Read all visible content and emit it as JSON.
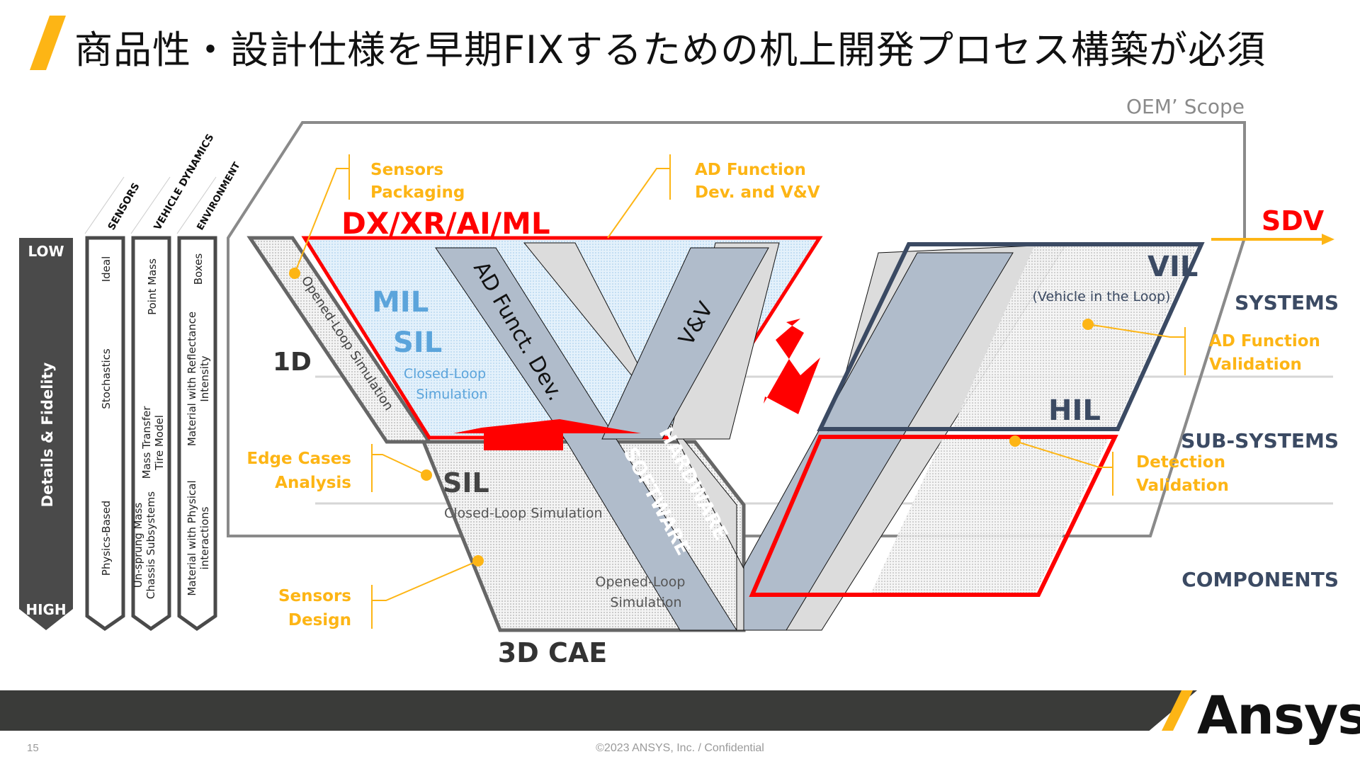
{
  "title": "商品性・設計仕様を早期FIXするための机上開発プロセス構築が必須",
  "colors": {
    "accent_yellow": "#FDB515",
    "red": "#FF0000",
    "dark_gray": "#4A4A4A",
    "navy": "#3B4A63",
    "steel_blue": "#B0BCCB",
    "light_gray": "#DCDCDC",
    "mil_blue": "#5BA4DB"
  },
  "fidelity_scale": {
    "low_label": "LOW",
    "high_label": "HIGH",
    "axis_label": "Details & Fidelity"
  },
  "columns": [
    {
      "header": "SENSORS",
      "levels": [
        "Ideal",
        "Stochastics",
        "Physics-Based"
      ]
    },
    {
      "header": "VEHICLE DYNAMICS",
      "levels": [
        "Point Mass",
        "Mass Transfer\nTire Model",
        "Un-sprung Mass\nChassis Subsystems"
      ]
    },
    {
      "header": "ENVIRONMENT",
      "levels": [
        "Boxes",
        "Material with Reflectance\nIntensity",
        "Material with Physical\ninteractions"
      ]
    }
  ],
  "oem_scope_label": "OEM’ Scope",
  "sdv_label": "SDV",
  "dx_label": "DX/XR/AI/ML",
  "levels": {
    "systems": "SYSTEMS",
    "sub_systems": "SUB-SYSTEMS",
    "components": "COMPONENTS"
  },
  "stage_labels": {
    "one_d": "1D",
    "three_d_cae": "3D CAE",
    "mil": "MIL",
    "sil_top": "SIL",
    "closed_loop_top_1": "Closed-Loop",
    "closed_loop_top_2": "Simulation",
    "opened_loop_band": "Opened-Loop Simulation",
    "sil_mid": "SIL",
    "closed_loop_mid": "Closed-Loop Simulation",
    "opened_loop_bottom_1": "Opened-Loop",
    "opened_loop_bottom_2": "Simulation",
    "ad_funct_dev": "AD Funct. Dev.",
    "vv": "V&V",
    "software": "SOFTWARE",
    "hardware": "HARDWARE",
    "vil": "VIL",
    "vil_sub": "(Vehicle in the Loop)",
    "hil": "HIL"
  },
  "callouts": {
    "sensors_packaging": [
      "Sensors",
      "Packaging"
    ],
    "ad_function_dev_vv": [
      "AD Function",
      "Dev. and V&V"
    ],
    "edge_cases": [
      "Edge Cases",
      "Analysis"
    ],
    "sensors_design": [
      "Sensors",
      "Design"
    ],
    "ad_function_validation": [
      "AD Function",
      "Validation"
    ],
    "detection_validation": [
      "Detection",
      "Validation"
    ]
  },
  "footer": {
    "page_number": "15",
    "copyright": "©2023 ANSYS, Inc. / Confidential",
    "logo": "Ansys"
  }
}
